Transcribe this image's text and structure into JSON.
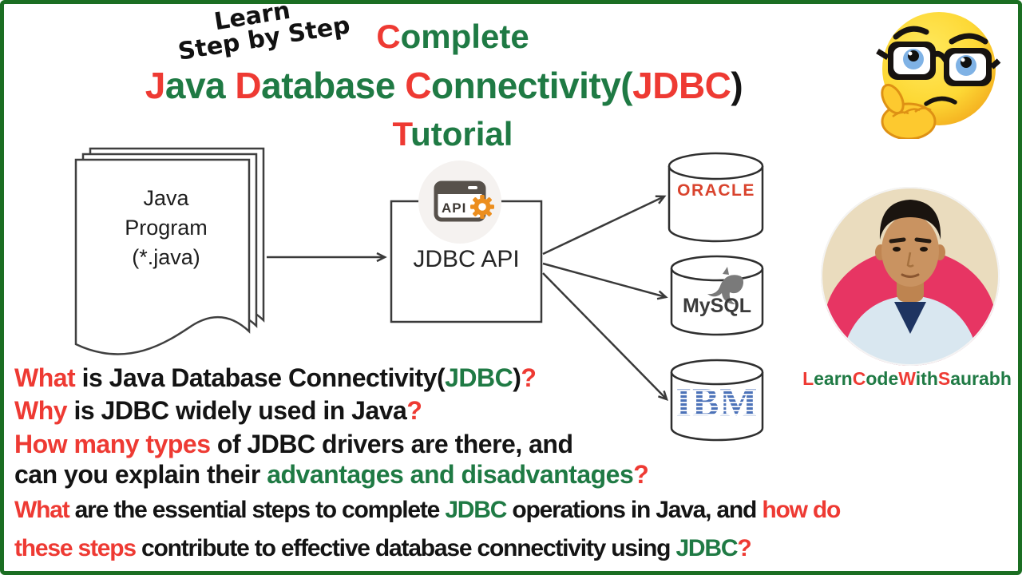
{
  "colors": {
    "red": "#EE3A33",
    "green": "#1F7A44",
    "black": "#141414",
    "oracle_red": "#D9432D",
    "mysql_gray": "#3B3B3B",
    "ibm_blue": "#4C72B8",
    "frame_green": "#1B6E22",
    "gear_orange": "#EC8E1E",
    "icon_gray": "#57514B"
  },
  "header": {
    "tagline_line1": "Learn",
    "tagline_line2": "Step by Step",
    "complete_segments": [
      {
        "t": "C",
        "c": "red"
      },
      {
        "t": "omplete",
        "c": "green"
      }
    ],
    "title_segments": [
      {
        "t": "J",
        "c": "red"
      },
      {
        "t": "ava ",
        "c": "green"
      },
      {
        "t": "D",
        "c": "red"
      },
      {
        "t": "atabase ",
        "c": "green"
      },
      {
        "t": "C",
        "c": "red"
      },
      {
        "t": "onnectivity(",
        "c": "green"
      },
      {
        "t": "JDBC",
        "c": "red"
      },
      {
        "t": ")",
        "c": "black"
      }
    ],
    "tutorial_segments": [
      {
        "t": "T",
        "c": "red"
      },
      {
        "t": "utorial",
        "c": "green"
      }
    ]
  },
  "diagram": {
    "java_program": {
      "line1": "Java",
      "line2": "Program",
      "line3": "(*.java)"
    },
    "jdbc_api_label": "JDBC API",
    "api_icon_label": "API",
    "databases": [
      {
        "name": "ORACLE"
      },
      {
        "name": "MySQL"
      },
      {
        "name": "IBM"
      }
    ]
  },
  "questions": {
    "lines": [
      {
        "segments": [
          {
            "t": "What",
            "c": "red"
          },
          {
            "t": " is Java Database Connectivity(",
            "c": "black"
          },
          {
            "t": "JDBC",
            "c": "green"
          },
          {
            "t": ")",
            "c": "black"
          },
          {
            "t": "?",
            "c": "red"
          }
        ]
      },
      {
        "segments": [
          {
            "t": "Why",
            "c": "red"
          },
          {
            "t": " is JDBC widely used in Java",
            "c": "black"
          },
          {
            "t": "?",
            "c": "red"
          }
        ]
      },
      {
        "segments": [
          {
            "t": "How many types",
            "c": "red"
          },
          {
            "t": " of JDBC drivers are there, and",
            "c": "black"
          }
        ]
      },
      {
        "segments": [
          {
            "t": "can you explain their ",
            "c": "black"
          },
          {
            "t": "advantages and disadvantages",
            "c": "green"
          },
          {
            "t": "?",
            "c": "red"
          }
        ]
      },
      {
        "segments": [
          {
            "t": "What",
            "c": "red"
          },
          {
            "t": " are the essential steps to complete ",
            "c": "black"
          },
          {
            "t": "JDBC",
            "c": "green"
          },
          {
            "t": " operations in Java, and ",
            "c": "black"
          },
          {
            "t": "how do",
            "c": "red"
          }
        ]
      },
      {
        "segments": [
          {
            "t": "these steps",
            "c": "red"
          },
          {
            "t": " contribute to effective database connectivity using ",
            "c": "black"
          },
          {
            "t": "JDBC",
            "c": "green"
          },
          {
            "t": "?",
            "c": "red"
          }
        ]
      }
    ]
  },
  "branding": {
    "channel_segments": [
      {
        "t": "L",
        "c": "red"
      },
      {
        "t": "earn",
        "c": "green"
      },
      {
        "t": "C",
        "c": "red"
      },
      {
        "t": "ode",
        "c": "green"
      },
      {
        "t": "W",
        "c": "red"
      },
      {
        "t": "ith",
        "c": "green"
      },
      {
        "t": "S",
        "c": "red"
      },
      {
        "t": "aurabh",
        "c": "green"
      }
    ]
  }
}
